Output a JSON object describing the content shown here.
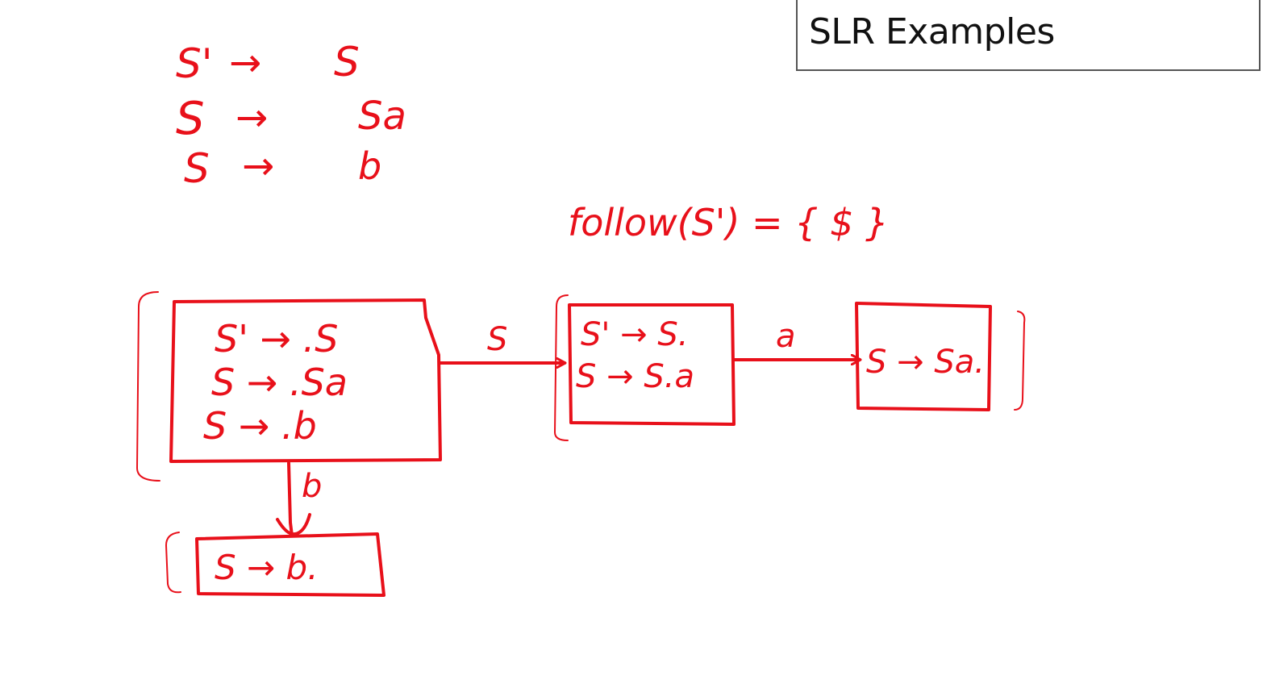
{
  "title": "SLR Examples",
  "grammar": [
    {
      "lhs": "S'",
      "arrow": "→",
      "rhs": "S"
    },
    {
      "lhs": "S",
      "arrow": "→",
      "rhs": "Sa"
    },
    {
      "lhs": "S",
      "arrow": "→",
      "rhs": "b"
    }
  ],
  "follow_note": "follow(S') = { $ }",
  "states": {
    "start": [
      "S' → .S",
      "S → .Sa",
      "S → .b"
    ],
    "after_S": [
      "S' → S.",
      "S → S.a"
    ],
    "after_Sa": [
      "S → Sa."
    ],
    "after_b": [
      "S → b."
    ]
  },
  "transitions": {
    "start_to_after_S": "S",
    "after_S_to_after_Sa": "a",
    "start_to_after_b": "b"
  },
  "colors": {
    "ink": "#e8101a",
    "title_border": "#555555",
    "background": "#ffffff"
  }
}
